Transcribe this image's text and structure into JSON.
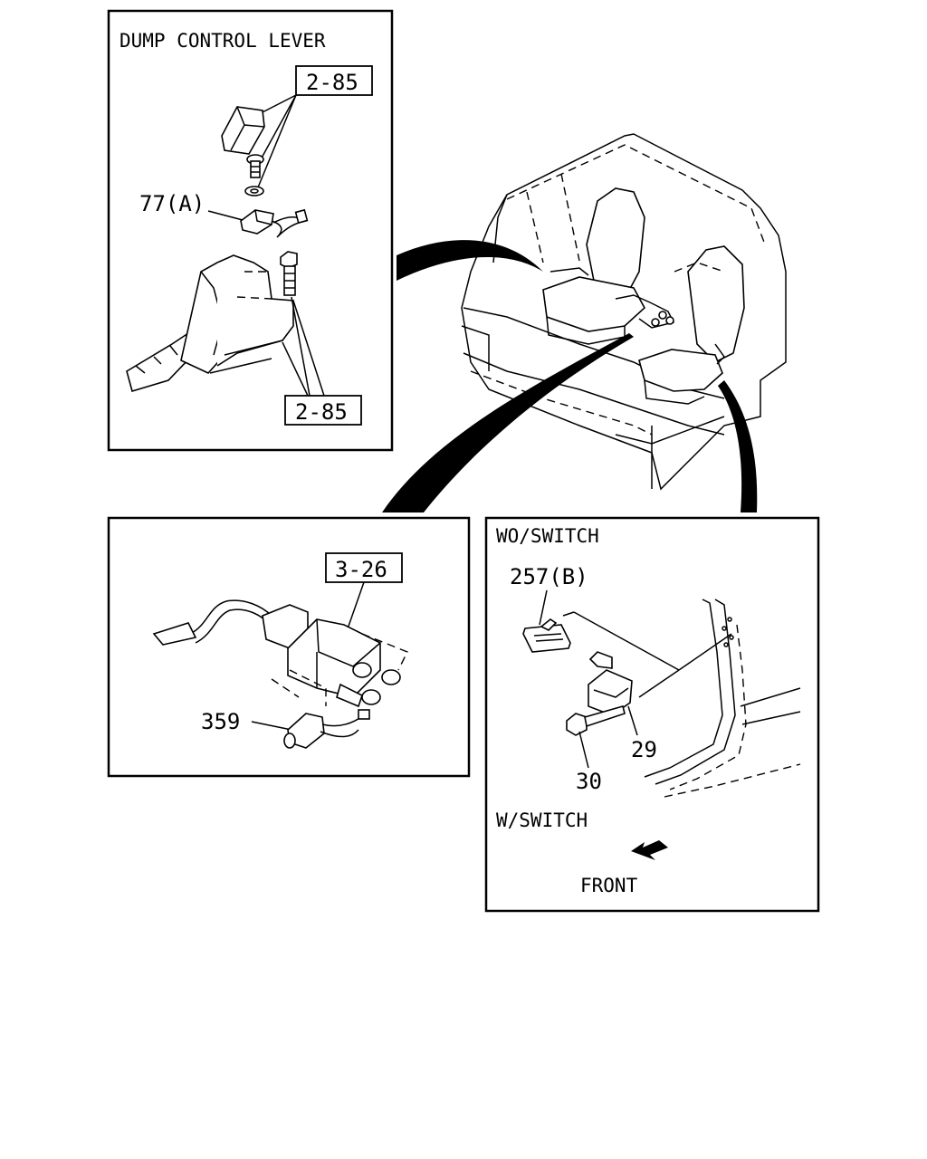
{
  "panels": {
    "dump_control": {
      "title": "DUMP CONTROL LEVER",
      "ref_top": "2-85",
      "ref_bottom": "2-85",
      "part_label": "77(A)"
    },
    "valve": {
      "ref": "3-26",
      "part_label": "359"
    },
    "switch": {
      "wo_label": "WO/SWITCH",
      "w_label": "W/SWITCH",
      "front_label": "FRONT",
      "part_257": "257(B)",
      "part_29": "29",
      "part_30": "30"
    }
  }
}
